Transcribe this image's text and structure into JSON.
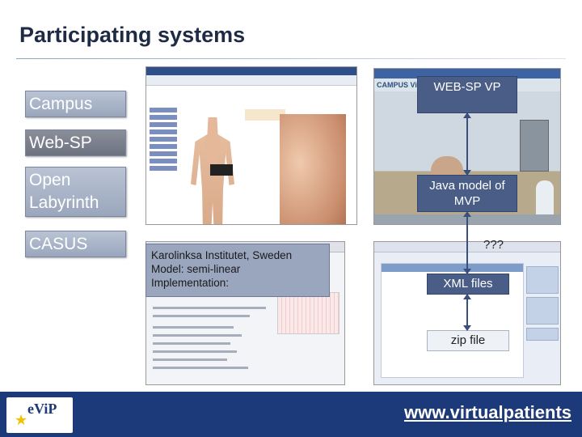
{
  "title": "Participating systems",
  "systems": [
    {
      "label": "Campus"
    },
    {
      "label": "Web-SP"
    },
    {
      "label": "Open Labyrinth"
    },
    {
      "label": "CASUS"
    }
  ],
  "tags": {
    "websp_vp": "WEB-SP VP",
    "java_model": "Java model of MVP",
    "unknown": "???",
    "xml_files": "XML files",
    "zip_file": "zip file"
  },
  "note": {
    "line1": "Karolinksa Institutet, Sweden",
    "line2": "Model: semi-linear",
    "line3": "Implementation:"
  },
  "vp_logo": "CAMPUS Virtual P",
  "footer": {
    "logo": "eViP",
    "url": "www.virtualpatients"
  }
}
